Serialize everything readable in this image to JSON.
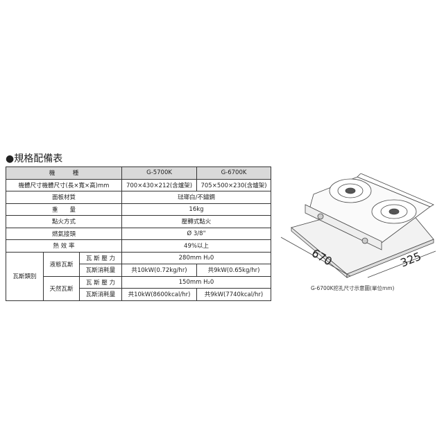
{
  "title": "●規格配備表",
  "header": {
    "label": "機　　　種",
    "models": [
      "G-5700K",
      "G-6700K"
    ]
  },
  "rows": [
    {
      "label": "機體尺寸機體尺寸(長×寬×高)mm",
      "values": [
        "700×430×212(含爐架)",
        "705×500×230(含爐架)"
      ]
    },
    {
      "label": "面板材質",
      "value": "琺瑯白/不鏽鋼"
    },
    {
      "label": "重　　量",
      "value": "16kg"
    },
    {
      "label": "點火方式",
      "value": "壓轉式點火"
    },
    {
      "label": "燃氣接頭",
      "value": "Ø 3/8\""
    },
    {
      "label": "熱 效 率",
      "value": "49%以上"
    }
  ],
  "gas": {
    "label": "瓦斯類別",
    "lpg": {
      "label": "液態瓦斯",
      "pressure_label": "瓦 斯 壓 力",
      "pressure": "280mm H₂0",
      "consumption_label": "瓦斯消耗量",
      "consumption": [
        "共10kW(0.72kg/hr)",
        "共9kW(0.65kg/hr)"
      ]
    },
    "ng": {
      "label": "天然瓦斯",
      "pressure_label": "瓦 斯 壓 力",
      "pressure": "150mm H₂0",
      "consumption_label": "瓦斯消耗量",
      "consumption": [
        "共10kW(8600kcal/hr)",
        "共9kW(7740kcal/hr)"
      ]
    }
  },
  "diagram": {
    "width_dim": "670",
    "depth_dim": "325",
    "caption": "G-6700K挖孔尺寸示意圖(單位mm)"
  }
}
